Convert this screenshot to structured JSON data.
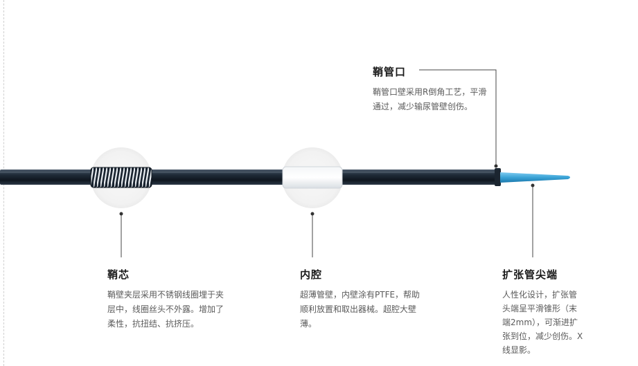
{
  "colors": {
    "shaft": "#1f2b38",
    "tip": "#3aa3d6",
    "leader": "#444444",
    "dot": "#333333"
  },
  "labels": {
    "mouth": {
      "title": "鞘管口",
      "desc": "鞘管口壁采用R倒角工艺，平滑通过，减少输尿管壁创伤。"
    },
    "core": {
      "title": "鞘芯",
      "desc": "鞘壁夹层采用不锈钢线圈埋于夹层中，线圈丝头不外露。增加了柔性，抗扭结、抗挤压。"
    },
    "lumen": {
      "title": "内腔",
      "desc": "超薄管壁，内壁涂有PTFE，帮助顺利放置和取出器械。超腔大壁薄。"
    },
    "tip": {
      "title": "扩张管尖端",
      "desc": "人性化设计，扩张管头端呈平滑锥形（末端2mm），可渐进扩张到位，减少创伤。X线显影。"
    }
  }
}
